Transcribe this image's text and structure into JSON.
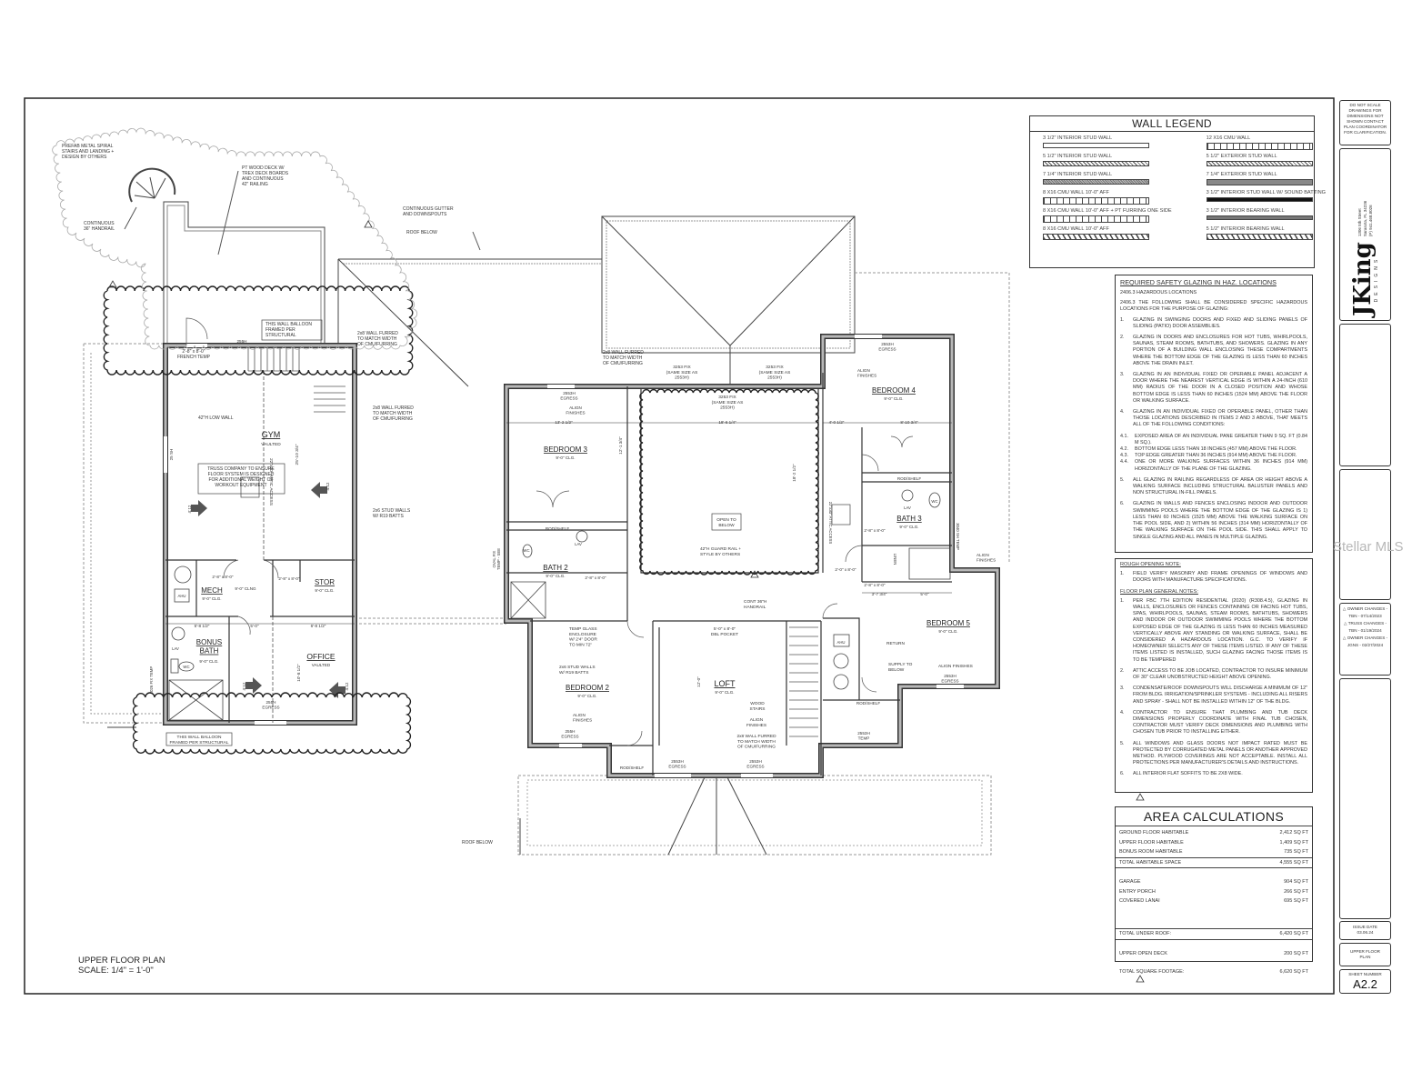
{
  "drawing": {
    "plan_title": "UPPER FLOOR PLAN",
    "scale": "SCALE: 1/4\" = 1'-0\""
  },
  "plan": {
    "annotations": {
      "spiral_note": [
        "PREFAB METAL SPIRAL",
        "STAIRS AND LANDING +",
        "DESIGN BY OTHERS"
      ],
      "handrail_note": [
        "CONTINUOUS",
        "36\" HANDRAIL"
      ],
      "deck_note": [
        "PT WOOD DECK W/",
        "TREX DECK BOARDS",
        "AND CONTINUOUS",
        "42\" RAILING"
      ],
      "gutter_note": [
        "CONTINUOUS GUTTER",
        "AND DOWNSPOUTS"
      ],
      "roof_below_top": [
        "ROOF BELOW"
      ],
      "balloon_top": [
        "THIS WALL BALLOON",
        "FRAMED PER",
        "STRUCTURAL"
      ],
      "window_255h_top": [
        "255H"
      ],
      "french_door": [
        "2'-8\" x 8'-0\"",
        "FRENCH TEMP"
      ],
      "furred_top": [
        "2x8 WALL FURRED",
        "TO MATCH WIDTH",
        "OF CMU/FURRING"
      ],
      "low_wall": [
        "42\"H LOW WALL"
      ],
      "furred_stair": [
        "2x8 WALL FURRED",
        "TO MATCH WIDTH",
        "OF CMU/FURRING"
      ],
      "gym": [
        "GYM"
      ],
      "gym_sub": [
        "VAULTED"
      ],
      "gym_dim": [
        "25'-10 3/4\""
      ],
      "truss_note": [
        "TRUSS COMPANY TO ENSURE",
        "FLOOR SYSTEM IS DESIGNED",
        "FOR ADDITIONAL WEIGHT OF",
        "WORKOUT EQUIPMENT"
      ],
      "attic_access_gym": [
        "22\"x30\" ATTIC ACCESS"
      ],
      "stud_walls_left": [
        "2x6 STUD WALLS",
        "W/ R19 BATTS"
      ],
      "window_25sh": [
        "25 SH"
      ],
      "slope_1": [
        "4:12"
      ],
      "slope_2": [
        "4:12"
      ],
      "slope_3": [
        "4:12"
      ],
      "slope_4": [
        "4:12"
      ],
      "mech": [
        "MECH"
      ],
      "mech_sub": [
        "9'-0\" CLG."
      ],
      "ahu_left": [
        "AHU"
      ],
      "door_mech": [
        "2'-8\" x 8'-0\""
      ],
      "door_stor": [
        "2'-8\" x 8'-0\""
      ],
      "cl_hall": [
        "9'-0\" CLNG"
      ],
      "stor": [
        "STOR"
      ],
      "stor_sub": [
        "9'-0\" CLG."
      ],
      "dim_a": [
        "5'-8 1/2\""
      ],
      "dim_b": [
        "5'-0\""
      ],
      "dim_c": [
        "6'-8 1/2\""
      ],
      "bonus_bath": [
        "BONUS",
        "BATH"
      ],
      "bonus_bath_sub": [
        "9'-0\" CLG."
      ],
      "lav_left": [
        "LAV"
      ],
      "wc_left": [
        "WC"
      ],
      "fix_temp_left": [
        "2026 FIX TEMP"
      ],
      "office": [
        "OFFICE"
      ],
      "office_sub": [
        "VAULTED"
      ],
      "office_dim": [
        "10'-8 1/2\""
      ],
      "egress_left": [
        "255H",
        "EGRESS"
      ],
      "balloon_bottom": [
        "THIS WALL BALLOON",
        "FRAMED PER STRUCTURAL"
      ],
      "furred_center": [
        "2x8 WALL FURRED",
        "TO MATCH WIDTH",
        "OF CMU/FURRING"
      ],
      "fix_1": [
        "3253 FIX",
        "(SAME SIZE AS",
        "2553H)"
      ],
      "fix_2": [
        "3253 FIX",
        "(SAME SIZE AS",
        "2553H)"
      ],
      "fix_3": [
        "3253 FIX",
        "(SAME SIZE AS",
        "2553H)"
      ],
      "egress_b3": [
        "2553H",
        "EGRESS"
      ],
      "align_b3": [
        "ALIGN",
        "FINISHES"
      ],
      "dim_b3_w": [
        "13'-2 1/2\""
      ],
      "dim_open_w": [
        "18'-6 1/4\""
      ],
      "dim_b3_h": [
        "12'-1 3/4\""
      ],
      "dim_open_h": [
        "18'-2 1/2\""
      ],
      "bedroom3": [
        "BEDROOM 3"
      ],
      "bedroom3_sub": [
        "9'-0\" CLG."
      ],
      "rod_b3": [
        "ROD/SHELF"
      ],
      "lav_b2": [
        "LAV"
      ],
      "wc_b2": [
        "WC"
      ],
      "bath2": [
        "BATH 2"
      ],
      "bath2_sub": [
        "9'-0\" CLG."
      ],
      "door_b2": [
        "2'-8\" x 8'-0\""
      ],
      "open_below": [
        "OPEN TO",
        "BELOW"
      ],
      "guard_rail": [
        "42\"H GUARD RAIL +",
        "STYLE BY OTHERS"
      ],
      "oval_fix": [
        "OVAL FIX",
        "TEMP - SEE"
      ],
      "temp_glass": [
        "TEMP GLASS",
        "ENCLOSURE",
        "W/ 2'4\" DOOR",
        "TO MIN 72\""
      ],
      "stud_walls_b2": [
        "2x6 STUD WALLS",
        "W/ R19 BATTS"
      ],
      "bedroom2": [
        "BEDROOM 2"
      ],
      "bedroom2_sub": [
        "9'-0\" CLG."
      ],
      "align_b2": [
        "ALIGN",
        "FINISHES"
      ],
      "egress_b2": [
        "255H",
        "EGRESS"
      ],
      "rod_b2": [
        "ROD/SHELF"
      ],
      "egress_loft_1": [
        "2553H",
        "EGRESS"
      ],
      "egress_loft_2": [
        "2553H",
        "EGRESS"
      ],
      "loft": [
        "LOFT"
      ],
      "loft_sub": [
        "9'-0\" CLG."
      ],
      "loft_dim": [
        "12'-0\""
      ],
      "dbl_pocket": [
        "5'-0\" x 8'-0\"",
        "DBL POCKET"
      ],
      "handrail_stair": [
        "CONT 36\"H",
        "HANDRAIL"
      ],
      "wood_stairs": [
        "WOOD",
        "STAIRS"
      ],
      "align_loft": [
        "ALIGN",
        "FINISHES"
      ],
      "furred_loft": [
        "2x8 WALL FURRED",
        "TO MATCH WIDTH",
        "OF CMU/FURRING"
      ],
      "roof_below_bottom": [
        "ROOF BELOW"
      ],
      "egress_b4": [
        "2553H",
        "EGRESS"
      ],
      "align_b4": [
        "ALIGN",
        "FINISHES"
      ],
      "bedroom4": [
        "BEDROOM 4"
      ],
      "bedroom4_sub": [
        "9'-0\" CLG."
      ],
      "dim_b4_a": [
        "4'-0 1/2\""
      ],
      "dim_b4_b": [
        "8'-10 3/4\""
      ],
      "rod_b4": [
        "ROD/SHELF"
      ],
      "lav_b3": [
        "LAV"
      ],
      "wc_b3": [
        "WC"
      ],
      "bath3": [
        "BATH 3"
      ],
      "bath3_sub": [
        "9'-0\" CLG."
      ],
      "attic_access_right": [
        "22\"x30\" ATTIC ACCESS"
      ],
      "door_b3": [
        "2'-8\" x 8'-0\""
      ],
      "door_linen": [
        "2'-0\" x 8'-0\""
      ],
      "door_b5": [
        "2'-8\" x 8'-0\""
      ],
      "linen": [
        "LINEN"
      ],
      "dim_b5_a": [
        "3'-7 3/4\""
      ],
      "dim_b5_b": [
        "5'-0\""
      ],
      "sh_temp": [
        "3040 SH TEMP"
      ],
      "align_b5_top": [
        "ALIGN",
        "FINISHES"
      ],
      "bedroom5": [
        "BEDROOM 5"
      ],
      "bedroom5_sub": [
        "9'-0\" CLG."
      ],
      "ahu_right": [
        "AHU"
      ],
      "return": [
        "RETURN"
      ],
      "supply": [
        "SUPPLY TO",
        "BELOW"
      ],
      "align_b5": [
        "ALIGN FINISHES"
      ],
      "egress_b5": [
        "2553H",
        "EGRESS"
      ],
      "rod_b5": [
        "ROD/SHELF"
      ],
      "temp_b5": [
        "2553H",
        "TEMP"
      ]
    }
  },
  "wall_legend": {
    "title": "WALL LEGEND",
    "left": [
      {
        "label": "3 1/2\" INTERIOR STUD WALL",
        "style": "plain"
      },
      {
        "label": "5 1/2\" INTERIOR STUD WALL",
        "style": "cross"
      },
      {
        "label": "7 1/4\" INTERIOR STUD WALL",
        "style": "dense"
      },
      {
        "label": "8 x16 CMU WALL 10'-0\" AFF",
        "style": "cmu"
      },
      {
        "label": "8 x16 CMU WALL 10'-0\" AFF + PT FURRING ONE SIDE",
        "style": "cmu"
      },
      {
        "label": "8 x16 CMU WALL 10'-0\" AFF",
        "style": "diag"
      }
    ],
    "right": [
      {
        "label": "12 x16 CMU WALL",
        "style": "cmu"
      },
      {
        "label": "5 1/2\" EXTERIOR STUD WALL",
        "style": "cross"
      },
      {
        "label": "7 1/4\" EXTERIOR STUD WALL",
        "style": "gray"
      },
      {
        "label": "3 1/2\" INTERIOR STUD WALL W/ SOUND BATTING",
        "style": "black"
      },
      {
        "label": "3 1/2\" INTERIOR BEARING WALL",
        "style": "mid"
      },
      {
        "label": "5 1/2\" INTERIOR BEARING WALL",
        "style": "diag"
      }
    ]
  },
  "safety_glazing": {
    "title": "REQUIRED SAFETY GLAZING IN HAZ. LOCATIONS",
    "code": "2406.3   HAZARDOUS LOCATIONS",
    "intro": "2406.3 THE FOLLOWING SHALL BE CONSIDERED SPECIFIC HAZARDOUS LOCATIONS FOR THE PURPOSE OF GLAZING:",
    "items": [
      {
        "num": "1.",
        "text": "GLAZING IN SWINGING DOORS AND FIXED AND SLIDING PANELS OF SLIDING (PATIO) DOOR ASSEMBLIES."
      },
      {
        "num": "2.",
        "text": "GLAZING IN DOORS AND ENCLOSURES FOR HOT TUBS, WHIRLPOOLS, SAUNAS, STEAM ROOMS, BATHTUBS, AND SHOWERS. GLAZING IN ANY PORTION OF A BUILDING WALL ENCLOSING THESE COMPARTMENTS WHERE THE BOTTOM EDGE OF THE GLAZING IS LESS THAN 60 INCHES ABOVE THE DRAIN INLET."
      },
      {
        "num": "3.",
        "text": "GLAZING IN AN INDIVIDUAL FIXED OR OPERABLE PANEL ADJACENT A DOOR WHERE THE NEAREST VERTICAL EDGE IS WITHIN A 24-INCH (610 MM) RADIUS OF THE DOOR IN A CLOSED POSITION AND WHOSE BOTTOM EDGE IS LESS THAN 60 INCHES (1524 MM) ABOVE THE FLOOR OR WALKING SURFACE."
      },
      {
        "num": "4.",
        "text": "GLAZING IN AN INDIVIDUAL FIXED OR OPERABLE PANEL, OTHER THAN THOSE LOCATIONS DESCRIBED IN ITEMS 2 AND 3 ABOVE, THAT MEETS ALL OF THE FOLLOWING CONDITIONS:"
      },
      {
        "num": "5.",
        "text": "ALL GLAZING IN RAILING REGARDLESS OF AREA OR HEIGHT ABOVE A WALKING SURFACE INCLUDING STRUCTURAL BALUSTER PANELS AND NON STRUCTURAL IN-FILL PANELS."
      },
      {
        "num": "6.",
        "text": "GLAZING IN WALLS AND FENCES ENCLOSING INDOOR AND OUTDOOR SWIMMING POOLS WHERE THE BOTTOM EDGE OF THE GLAZING IS 1) LESS THAN 60 INCHES (1525 MM) ABOVE THE WALKING SURFACE ON THE POOL SIDE, AND 2) WITHIN 56 INCHES (314 MM) HORIZONTALLY OF THE WALKING SURFACE ON THE POOL SIDE. THIS SHALL APPLY TO SINGLE GLAZING AND ALL PANES IN MULTIPLE GLAZING."
      }
    ],
    "sub_items": [
      {
        "num": "4.1.",
        "text": "EXPOSED AREA OF AN INDIVIDUAL PANE GREATER THAN 9 SQ. FT (0.84 M SQ.)."
      },
      {
        "num": "4.2.",
        "text": "BOTTOM EDGE LESS THAN 18 INCHES (457 MM) ABOVE THE FLOOR."
      },
      {
        "num": "4.3.",
        "text": "TOP EDGE GREATER THAN 36 INCHES (914 MM) ABOVE THE FLOOR."
      },
      {
        "num": "4.4.",
        "text": "ONE OR MORE WALKING SURFACES WITHIN 36 INCHES (914 MM) HORIZONTALLY OF THE PLANE OF THE GLAZING."
      }
    ]
  },
  "general_notes": {
    "rough_title": "ROUGH OPENING NOTE:",
    "rough_items": [
      {
        "num": "1.",
        "text": "FIELD VERIFY MASONRY AND FRAME OPENINGS OF WINDOWS AND DOORS WITH MANUFACTURE SPECIFICATIONS."
      }
    ],
    "title": "FLOOR PLAN GENERAL NOTES:",
    "items": [
      {
        "num": "1.",
        "text": "PER FBC 7TH EDITION RESIDENTIAL (2020) (R308.4.5), GLAZING IN WALLS, ENCLOSURES OR FENCES CONTAINING OR FACING HOT TUBS, SPAS, WHIRLPOOLS, SAUNAS, STEAM ROOMS, BATHTUBS, SHOWERS AND INDOOR OR OUTDOOR SWIMMING POOLS WHERE THE BOTTOM EXPOSED EDGE OF THE GLAZING IS LESS THAN 60 INCHES MEASURED VERTICALLY ABOVE ANY STANDING OR WALKING SURFACE, SHALL BE CONSIDERED A HAZARDOUS LOCATION. G.C. TO VERIFY IF HOMEOWNER SELECTS ANY OF THESE ITEMS LISTED. IF ANY OF THESE ITEMS LISTED IS INSTALLED, SUCH GLAZING FACING THOSE ITEMS IS TO BE TEMPERED"
      },
      {
        "num": "2.",
        "text": "ATTIC ACCESS TO BE JOB LOCATED, CONTRACTOR TO INSURE MINIMUM OF 30\" CLEAR UNOBSTRUCTED HEIGHT ABOVE OPENING."
      },
      {
        "num": "3.",
        "text": "CONDENSATE/ROOF DOWNSPOUTS WILL DISCHARGE A MINIMUM OF 12\" FROM BLDG. IRRIGATION/SPRINKLER SYSTEMS - INCLUDING ALL RISERS AND SPRAY - SHALL NOT BE INSTALLED WITHIN 12\" OF THE BLDG."
      },
      {
        "num": "4.",
        "text": "CONTRACTOR TO ENSURE THAT PLUMBING AND TUB DECK DIMENSIONS PROPERLY COORDINATE WITH FINAL TUB CHOSEN, CONTRACTOR MUST VERIFY DECK DIMENSIONS AND PLUMBING WITH CHOSEN TUB PRIOR TO INSTALLING EITHER."
      },
      {
        "num": "5.",
        "text": "ALL WINDOWS AND GLASS DOORS NOT IMPACT RATED MUST BE PROTECTED BY CORRUGATED METAL PANELS OR ANOTHER APPROVED METHOD. PLYWOOD COVERINGS ARE NOT ACCEPTABLE. INSTALL ALL PROTECTIONS PER MANUFACTURER'S DETAILS AND INSTRUCTIONS."
      },
      {
        "num": "6.",
        "text": "ALL INTERIOR FLAT SOFFITS TO BE 2x8 WIDE."
      }
    ]
  },
  "area_calculations": {
    "title": "AREA CALCULATIONS",
    "habitable": [
      {
        "label": "GROUND FLOOR HABITABLE",
        "value": "2,412 SQ FT"
      },
      {
        "label": "UPPER FLOOR HABITABLE",
        "value": "1,409 SQ FT"
      },
      {
        "label": "BONUS ROOM HABITABLE",
        "value": "735 SQ FT"
      }
    ],
    "total_habitable": {
      "label": "TOTAL HABITABLE SPACE",
      "value": "4,555 SQ FT"
    },
    "other": [
      {
        "label": "GARAGE",
        "value": "904 SQ FT"
      },
      {
        "label": "ENTRY PORCH",
        "value": "266 SQ FT"
      },
      {
        "label": "COVERED LANAI",
        "value": "695 SQ FT"
      }
    ],
    "total_under_roof": {
      "label": "TOTAL UNDER ROOF:",
      "value": "6,420 SQ FT"
    },
    "deck": {
      "label": "UPPER OPEN DECK",
      "value": "200 SQ FT"
    },
    "total": {
      "label": "TOTAL SQUARE FOOTAGE:",
      "value": "6,620 SQ FT"
    }
  },
  "title_block": {
    "disclaimer": "DO NOT SCALE DRAWINGS FOR DIMENSIONS NOT SHOWN CONTACT PLAN COORDINATOR FOR CLARIFICATION.",
    "logo_text": "JKing",
    "logo_sub": "DESIGNS",
    "address": [
      "1306 5th Street",
      "Sarasota, FL 34236",
      "(P) 941.468.8026"
    ],
    "revisions": [
      {
        "title": "OWNER CHANGES -",
        "by": "TBN - 07/14/2023"
      },
      {
        "title": "TRUSS CHANGES -",
        "by": "TBN - 01/19/2024"
      },
      {
        "title": "OWNER CHANGES -",
        "by": "JGNS - 02/27/2024"
      }
    ],
    "issue_date_label": "ISSUE DATE",
    "issue_date": "03.06.24",
    "sheet_name": "UPPER FLOOR PLAN",
    "sheet_number_label": "SHEET NUMBER",
    "sheet_number": "A2.2"
  },
  "watermark": "Stellar MLS",
  "colors": {
    "line": "#333333",
    "wall": "#8a8a8a",
    "paper": "#ffffff"
  }
}
